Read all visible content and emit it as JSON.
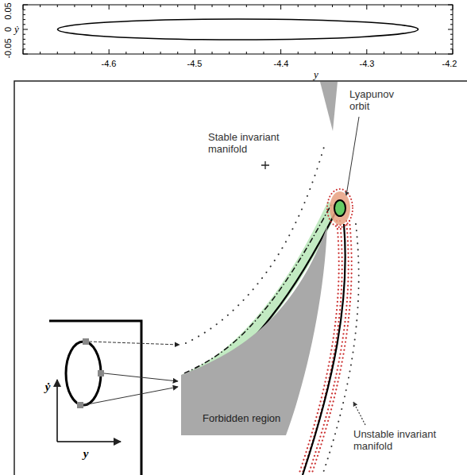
{
  "diagram": {
    "nodes": [
      {
        "text": [
          "Forbidden region"
        ]
      }
    ],
    "labels": [
      "0.05",
      "0",
      "-0.05",
      "-4.6",
      "-4.5",
      "-4.4",
      "-4.3",
      "-4.2",
      "ẏ",
      "y",
      "Lyapunov orbit",
      "Stable invariant manifold",
      "Unstable invariant manifold",
      "ẏ",
      "y"
    ]
  }
}
